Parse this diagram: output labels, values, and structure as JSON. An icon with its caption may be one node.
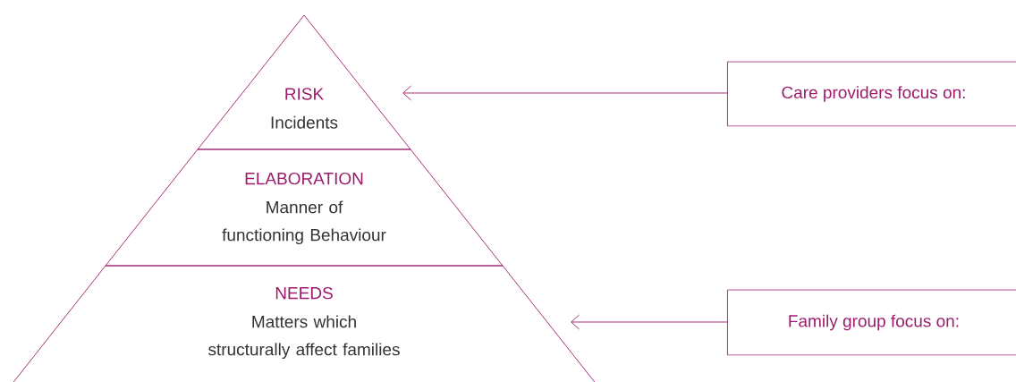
{
  "diagram": {
    "nodes": [
      {
        "text": [
          "RISK",
          "Incidents"
        ]
      },
      {
        "text": [
          "ELABORATION",
          "Manner of functioning Behaviour"
        ]
      },
      {
        "text": [
          "NEEDS",
          "Matters which structurally affect families"
        ]
      },
      {
        "text": [
          "Care providers focus on:"
        ]
      },
      {
        "text": [
          "Family group focus on:"
        ]
      }
    ],
    "edges": [
      {
        "from": 3,
        "to": 0,
        "arrow": "to"
      },
      {
        "from": 4,
        "to": 2,
        "arrow": "to"
      }
    ]
  }
}
